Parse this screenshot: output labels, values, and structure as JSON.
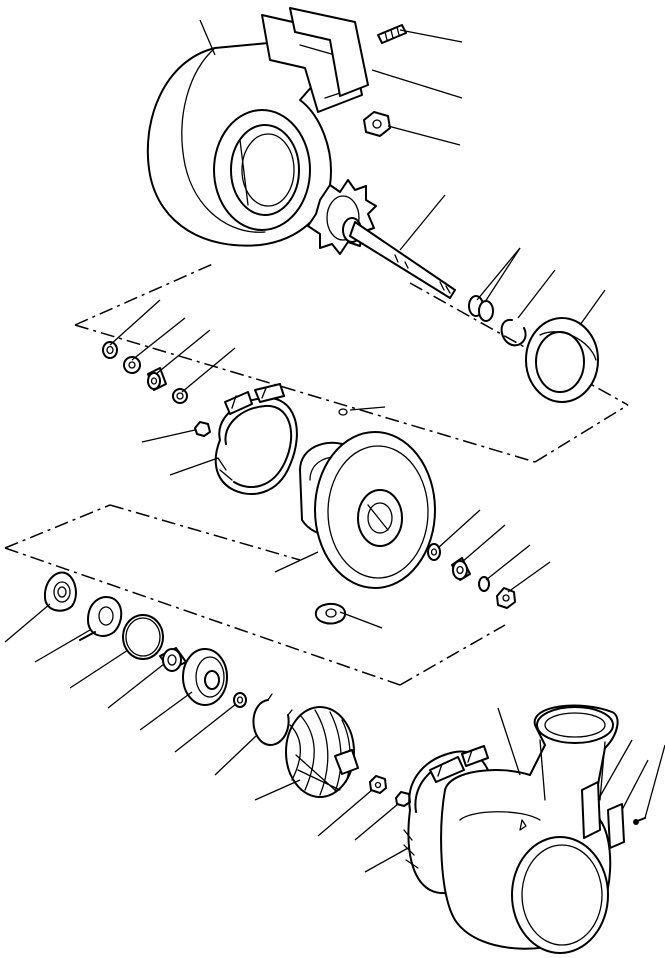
{
  "figure": {
    "kind": "exploded-parts-view",
    "subject_icon": "turbocharger-assembly-icon",
    "line_color": "#000000",
    "background": "#ffffff"
  },
  "parts": [
    {
      "id": "turbine-housing",
      "icon": "turbine-housing-icon"
    },
    {
      "id": "housing-stud",
      "icon": "stud-icon"
    },
    {
      "id": "flange-gasket",
      "icon": "gasket-icon"
    },
    {
      "id": "housing-nut",
      "icon": "nut-icon"
    },
    {
      "id": "turbine-wheel-shaft",
      "icon": "turbine-wheel-icon"
    },
    {
      "id": "piston-rings",
      "icon": "ring-icon"
    },
    {
      "id": "retaining-ring",
      "icon": "snap-ring-icon"
    },
    {
      "id": "heat-shield",
      "icon": "shroud-icon"
    },
    {
      "id": "lock-washer",
      "icon": "washer-icon"
    },
    {
      "id": "washer",
      "icon": "washer-icon"
    },
    {
      "id": "sleeve",
      "icon": "sleeve-icon"
    },
    {
      "id": "small-washer",
      "icon": "washer-icon"
    },
    {
      "id": "clamp-nut",
      "icon": "nut-icon"
    },
    {
      "id": "v-band-clamp-upper",
      "icon": "clamp-icon"
    },
    {
      "id": "o-ring-small",
      "icon": "o-ring-icon"
    },
    {
      "id": "center-bearing-housing",
      "icon": "bearing-housing-icon"
    },
    {
      "id": "backplate",
      "icon": "backplate-icon"
    },
    {
      "id": "housing-washer",
      "icon": "washer-icon"
    },
    {
      "id": "journal-bearing",
      "icon": "bearing-icon"
    },
    {
      "id": "thrust-washer",
      "icon": "washer-icon"
    },
    {
      "id": "thrust-collar",
      "icon": "collar-icon"
    },
    {
      "id": "oil-drain-gasket",
      "icon": "gasket-icon"
    },
    {
      "id": "thrust-bearing-plate",
      "icon": "plate-icon"
    },
    {
      "id": "oil-deflector",
      "icon": "deflector-icon"
    },
    {
      "id": "seal-ring",
      "icon": "o-ring-icon"
    },
    {
      "id": "spacer",
      "icon": "spacer-icon"
    },
    {
      "id": "insert",
      "icon": "insert-icon"
    },
    {
      "id": "piston-ring",
      "icon": "ring-icon"
    },
    {
      "id": "snap-ring",
      "icon": "snap-ring-icon"
    },
    {
      "id": "compressor-wheel",
      "icon": "compressor-wheel-icon"
    },
    {
      "id": "wheel-nut",
      "icon": "nut-icon"
    },
    {
      "id": "clamp-lock-nut",
      "icon": "nut-icon"
    },
    {
      "id": "v-band-clamp-lower",
      "icon": "clamp-icon"
    },
    {
      "id": "compressor-housing",
      "icon": "compressor-housing-icon"
    },
    {
      "id": "name-plate",
      "icon": "plate-icon"
    },
    {
      "id": "drive-screw",
      "icon": "screw-icon"
    }
  ]
}
